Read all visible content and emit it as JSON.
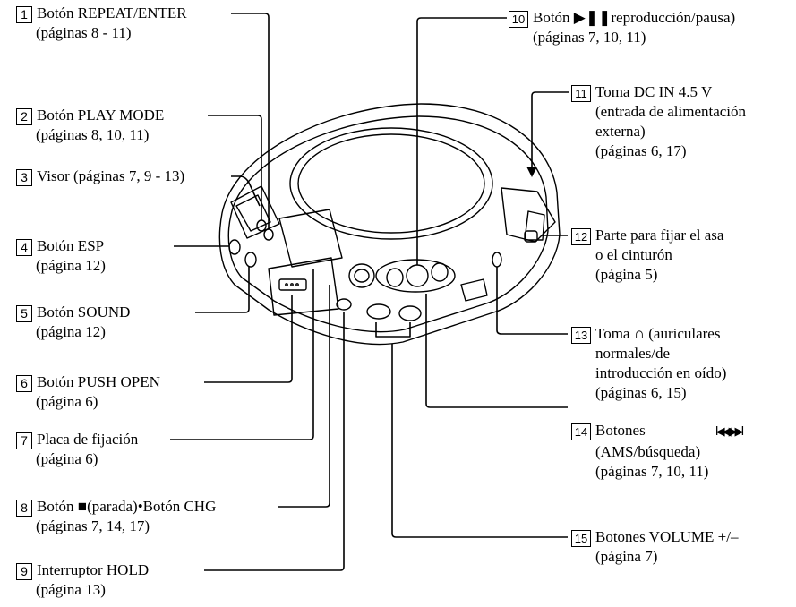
{
  "labels": [
    {
      "num": "1",
      "lines": [
        "Botón REPEAT/ENTER",
        "(páginas 8 - 11)"
      ]
    },
    {
      "num": "2",
      "lines": [
        "Botón PLAY MODE",
        "(páginas 8, 10, 11)"
      ]
    },
    {
      "num": "3",
      "lines": [
        "Visor (páginas 7, 9 - 13)"
      ]
    },
    {
      "num": "4",
      "lines": [
        "Botón ESP",
        "(página 12)"
      ]
    },
    {
      "num": "5",
      "lines": [
        "Botón SOUND",
        "(página 12)"
      ]
    },
    {
      "num": "6",
      "lines": [
        "Botón PUSH OPEN",
        "(página 6)"
      ]
    },
    {
      "num": "7",
      "lines": [
        "Placa de fijación",
        "(página 6)"
      ]
    },
    {
      "num": "8",
      "lines": [
        "Botón ■(parada)•Botón CHG",
        "(páginas 7, 14, 17)"
      ]
    },
    {
      "num": "9",
      "lines": [
        "Interruptor HOLD",
        "(página 13)"
      ]
    },
    {
      "num": "10",
      "lines": [
        "Botón ▶❚❚reproducción/pausa)",
        "(páginas 7, 10, 11)"
      ]
    },
    {
      "num": "11",
      "lines": [
        "Toma DC IN 4.5 V",
        "(entrada de alimentación",
        "externa)",
        "(páginas 6, 17)"
      ]
    },
    {
      "num": "12",
      "lines": [
        "Parte para fijar el asa",
        "o el cinturón",
        "(página 5)"
      ]
    },
    {
      "num": "13",
      "lines": [
        "Toma ∩ (auriculares",
        "normales/de",
        "introducción en oído)",
        "(páginas 6, 15)"
      ]
    },
    {
      "num": "14",
      "lines": [
        "Botones",
        "(AMS/búsqueda)",
        "(páginas 7, 10, 11)"
      ],
      "symbol": "I◀◀▶▶I"
    },
    {
      "num": "15",
      "lines": [
        "Botones VOLUME +/–",
        "(página 7)"
      ]
    }
  ]
}
